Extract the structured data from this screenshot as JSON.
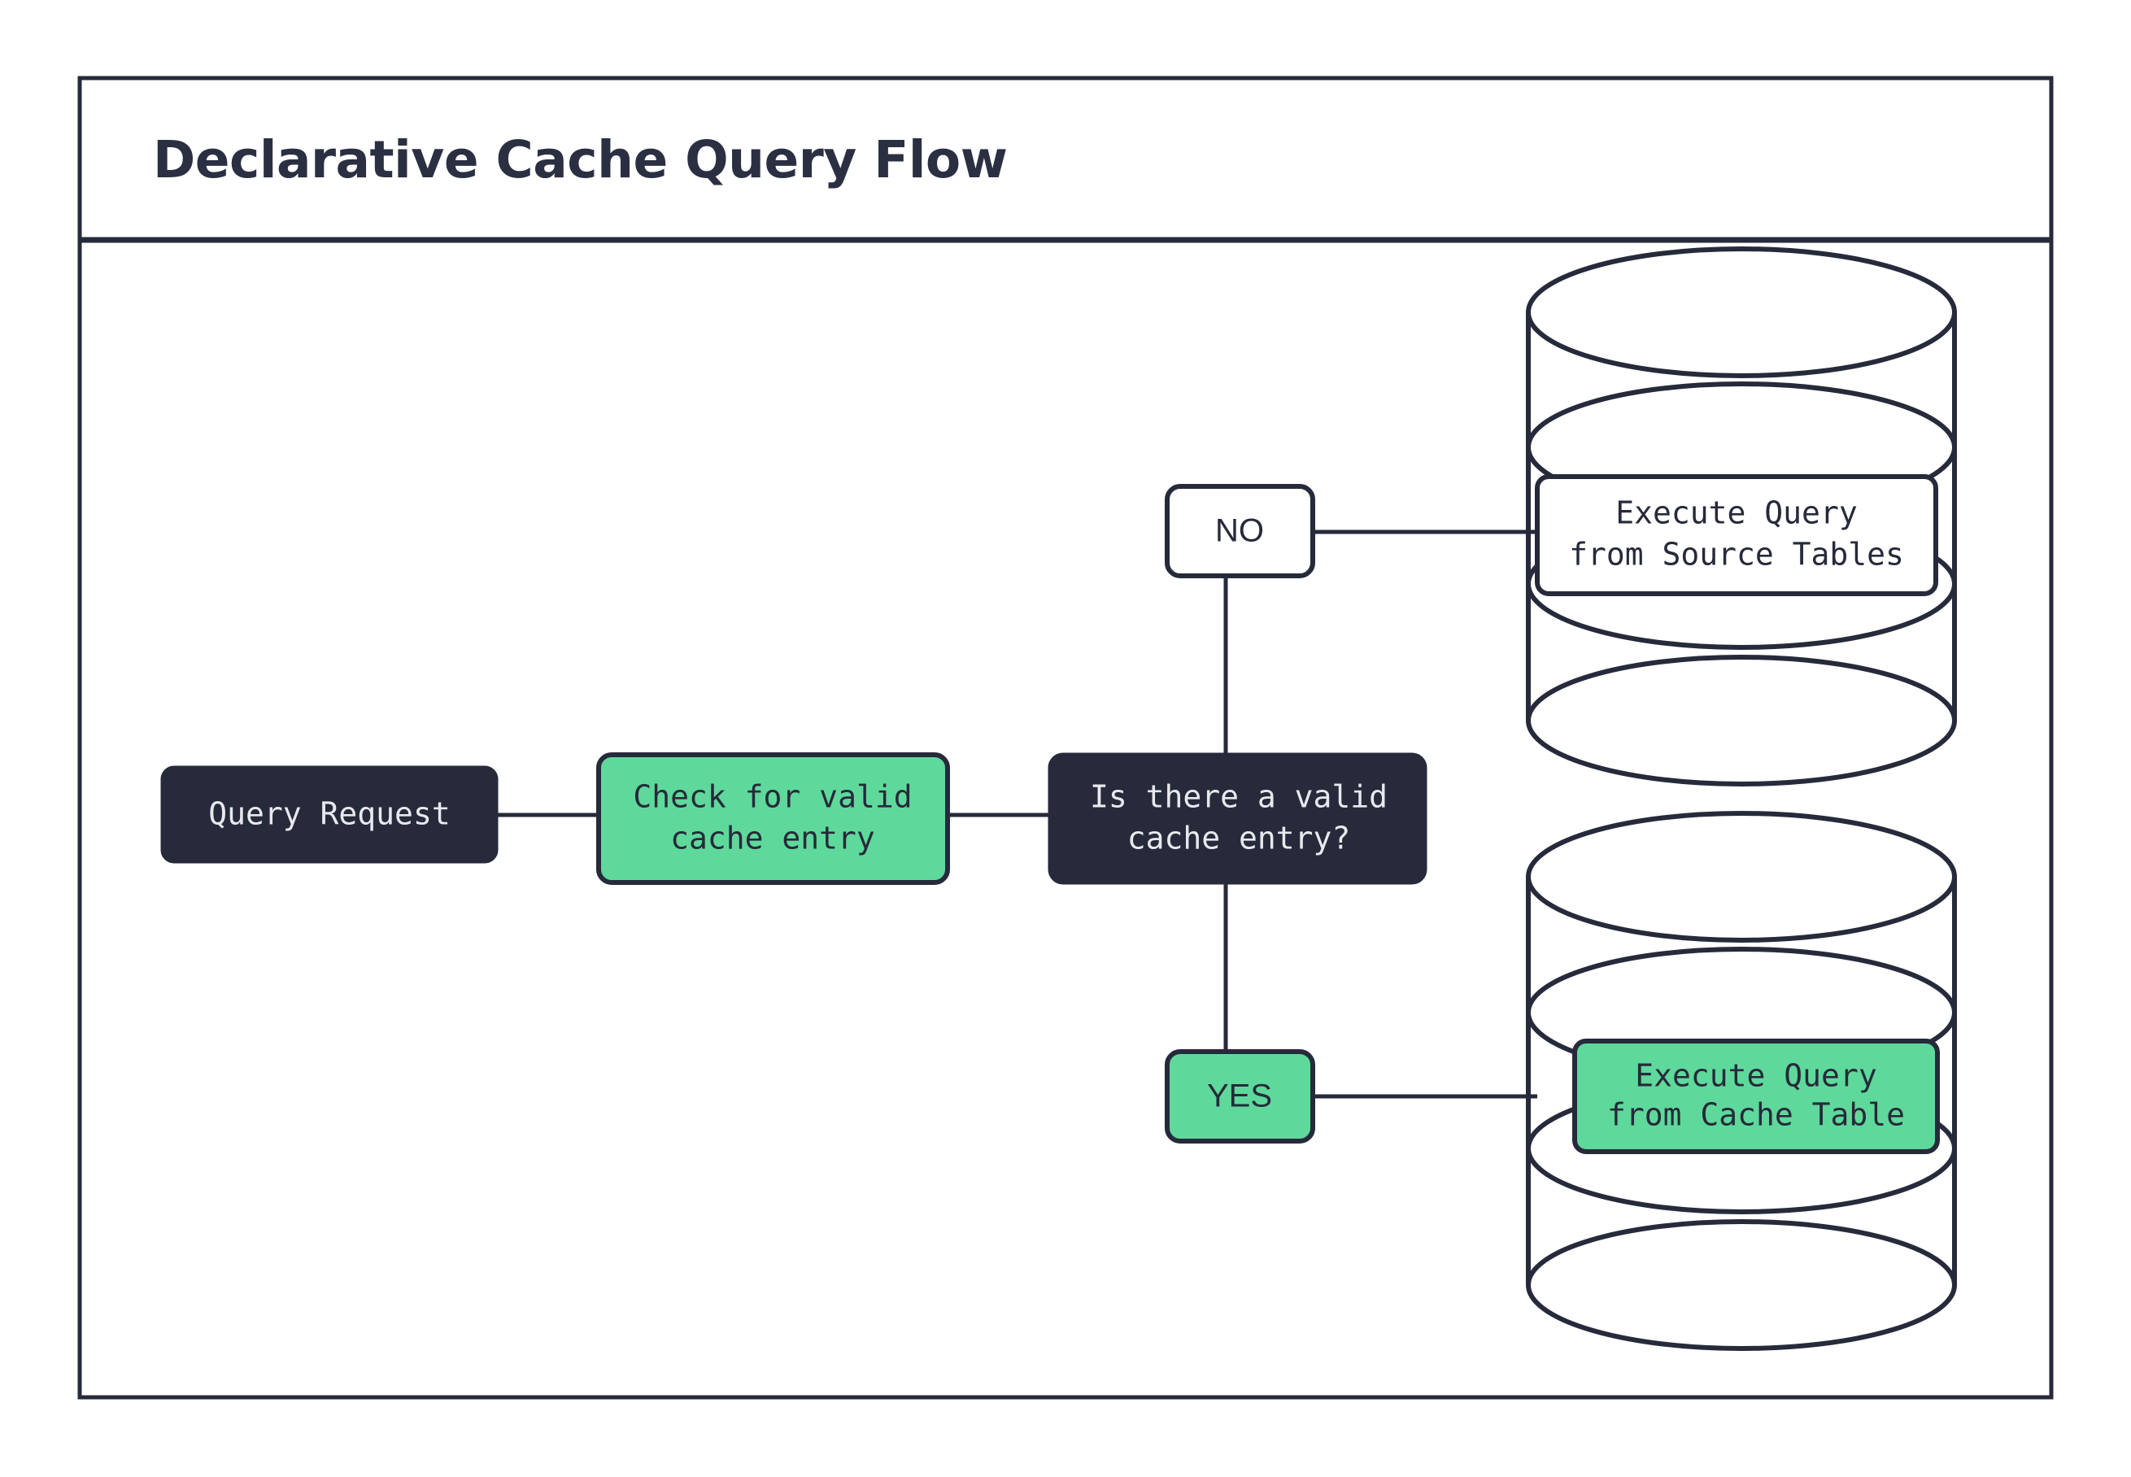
{
  "frame": {
    "title": "Declarative Cache Query Flow"
  },
  "colors": {
    "ink": "#262a3a",
    "green": "#5ed99b",
    "white": "#ffffff",
    "light_text": "#e8e9ee",
    "title_text": "#2b2f42"
  },
  "nodes": {
    "query_request": {
      "label": "Query Request",
      "style": "dark"
    },
    "check_cache": {
      "line1": "Check for valid",
      "line2": "cache entry",
      "style": "green"
    },
    "decision": {
      "line1": "Is there a valid",
      "line2": "cache entry?",
      "style": "dark"
    },
    "branch_no": {
      "label": "NO",
      "style": "white"
    },
    "branch_yes": {
      "label": "YES",
      "style": "green"
    },
    "source_db": {
      "line1": "Execute Query",
      "line2": "from Source Tables",
      "style": "white",
      "shape": "database-cylinder"
    },
    "cache_db": {
      "line1": "Execute Query",
      "line2": "from Cache Table",
      "style": "green",
      "shape": "database-cylinder"
    }
  },
  "edges": [
    {
      "from": "query_request",
      "to": "check_cache"
    },
    {
      "from": "check_cache",
      "to": "decision"
    },
    {
      "from": "decision",
      "to": "branch_no"
    },
    {
      "from": "decision",
      "to": "branch_yes"
    },
    {
      "from": "branch_no",
      "to": "source_db"
    },
    {
      "from": "branch_yes",
      "to": "cache_db"
    }
  ]
}
